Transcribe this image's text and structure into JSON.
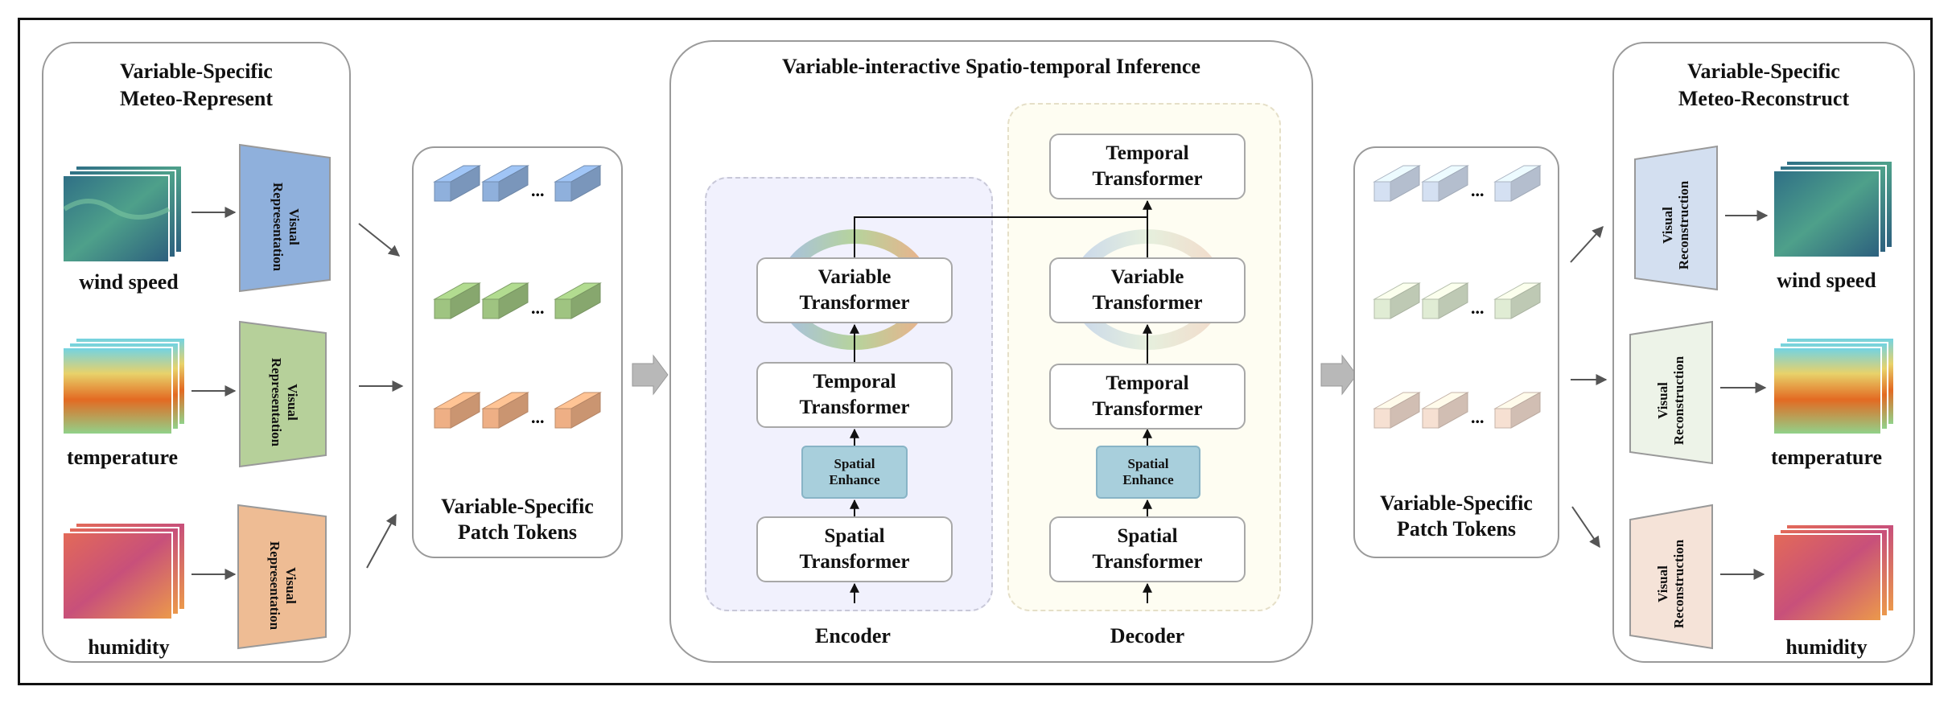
{
  "left_panel": {
    "title_line1": "Variable-Specific",
    "title_line2": "Meteo-Represent",
    "inputs": [
      {
        "name": "wind speed",
        "module": "Visual Representation",
        "color": "#8fb0dc"
      },
      {
        "name": "temperature",
        "module": "Visual Representation",
        "color": "#b6d09a"
      },
      {
        "name": "humidity",
        "module": "Visual Representation",
        "color": "#eebc94"
      }
    ]
  },
  "tokens_left": {
    "label_line1": "Variable-Specific",
    "label_line2": "Patch Tokens",
    "ellipsis": "...",
    "colors": [
      "#8fb0dc",
      "#9fc481",
      "#eeaf85"
    ]
  },
  "center_panel": {
    "title": "Variable-interactive Spatio-temporal Inference",
    "encoder": {
      "label": "Encoder",
      "variable_line1": "Variable",
      "variable_line2": "Transformer",
      "temporal_line1": "Temporal",
      "temporal_line2": "Transformer",
      "enhance_line1": "Spatial",
      "enhance_line2": "Enhance",
      "spatial_line1": "Spatial",
      "spatial_line2": "Transformer"
    },
    "decoder": {
      "label": "Decoder",
      "top_temporal_line1": "Temporal",
      "top_temporal_line2": "Transformer",
      "variable_line1": "Variable",
      "variable_line2": "Transformer",
      "temporal_line1": "Temporal",
      "temporal_line2": "Transformer",
      "enhance_line1": "Spatial",
      "enhance_line2": "Enhance",
      "spatial_line1": "Spatial",
      "spatial_line2": "Transformer"
    }
  },
  "tokens_right": {
    "label_line1": "Variable-Specific",
    "label_line2": "Patch Tokens",
    "ellipsis": "...",
    "colors": [
      "#d4e0f2",
      "#e0ecd4",
      "#f6e0d2"
    ]
  },
  "right_panel": {
    "title_line1": "Variable-Specific",
    "title_line2": "Meteo-Reconstruct",
    "outputs": [
      {
        "name": "wind speed",
        "module": "Visual Reconstruction",
        "color": "#d3dff0"
      },
      {
        "name": "temperature",
        "module": "Visual Reconstruction",
        "color": "#edf3e8"
      },
      {
        "name": "humidity",
        "module": "Visual Reconstruction",
        "color": "#f5e3d8"
      }
    ]
  }
}
